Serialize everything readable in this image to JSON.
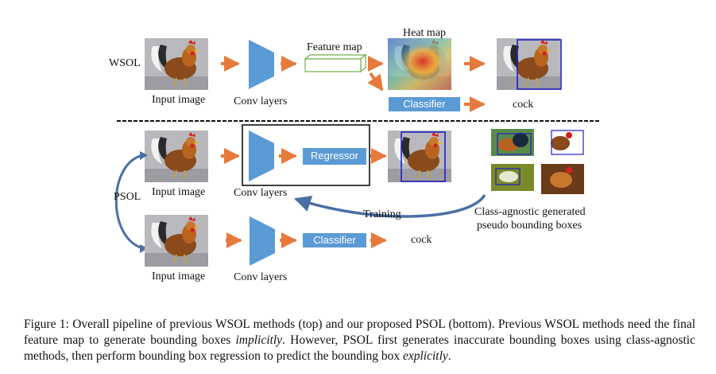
{
  "wsol": {
    "row_label": "WSOL",
    "input_label": "Input image",
    "conv_label": "Conv layers",
    "feature_label": "Feature map",
    "heatmap_label": "Heat map",
    "classifier_label": "Classifier",
    "output_label": "cock"
  },
  "psol": {
    "row_label": "PSOL",
    "input_label_top": "Input image",
    "conv_label_top": "Conv layers",
    "regressor_label": "Regressor",
    "training_label": "Training",
    "pseudo_label_line1": "Class-agnostic generated",
    "pseudo_label_line2": "pseudo bounding boxes",
    "input_label_bottom": "Input image",
    "conv_label_bottom": "Conv layers",
    "classifier_label": "Classifier",
    "output_label": "cock"
  },
  "caption": {
    "prefix": "Figure 1: Overall pipeline of previous WSOL methods (top) and our proposed PSOL (bottom). Previous WSOL methods need the final feature map to generate bounding boxes ",
    "em1": "implicitly",
    "middle": ". However, PSOL first generates inaccurate bounding boxes using class-agnostic methods, then perform bounding box regression to predict the bounding box ",
    "em2": "explicitly",
    "suffix": "."
  },
  "colors": {
    "arrow_orange": "#e67a3c",
    "conv_blue": "#5b9bd5",
    "box_blue": "#2020c0",
    "feature_green": "#70ad47",
    "psol_curve_blue": "#4a6fa5"
  }
}
